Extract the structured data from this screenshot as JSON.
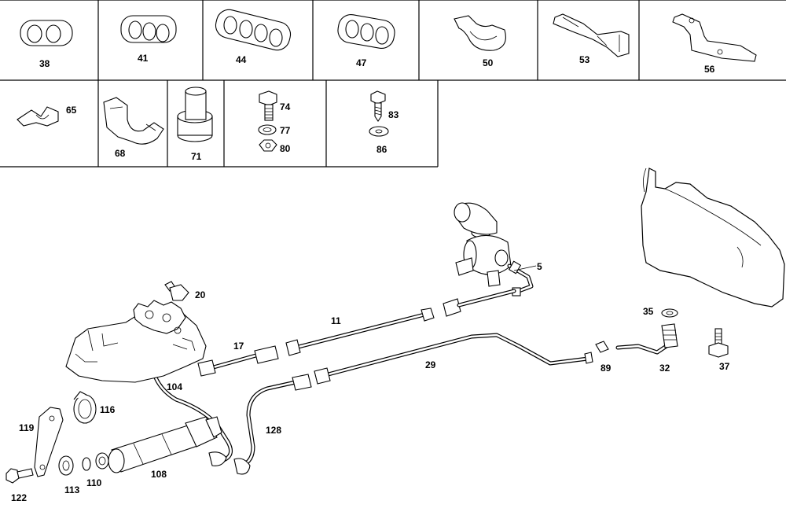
{
  "grid_labels": {
    "c38": "38",
    "c41": "41",
    "c44": "44",
    "c47": "47",
    "c50": "50",
    "c53": "53",
    "c56": "56",
    "c65": "65",
    "c68": "68",
    "c71": "71",
    "c74": "74",
    "c77": "77",
    "c80": "80",
    "c83": "83",
    "c86": "86"
  },
  "callouts": {
    "p5": "5",
    "p11": "11",
    "p17": "17",
    "p20": "20",
    "p29": "29",
    "p32": "32",
    "p35": "35",
    "p37": "37",
    "p89": "89",
    "p104": "104",
    "p108": "108",
    "p110": "110",
    "p113": "113",
    "p116": "116",
    "p119": "119",
    "p122": "122",
    "p128": "128"
  }
}
